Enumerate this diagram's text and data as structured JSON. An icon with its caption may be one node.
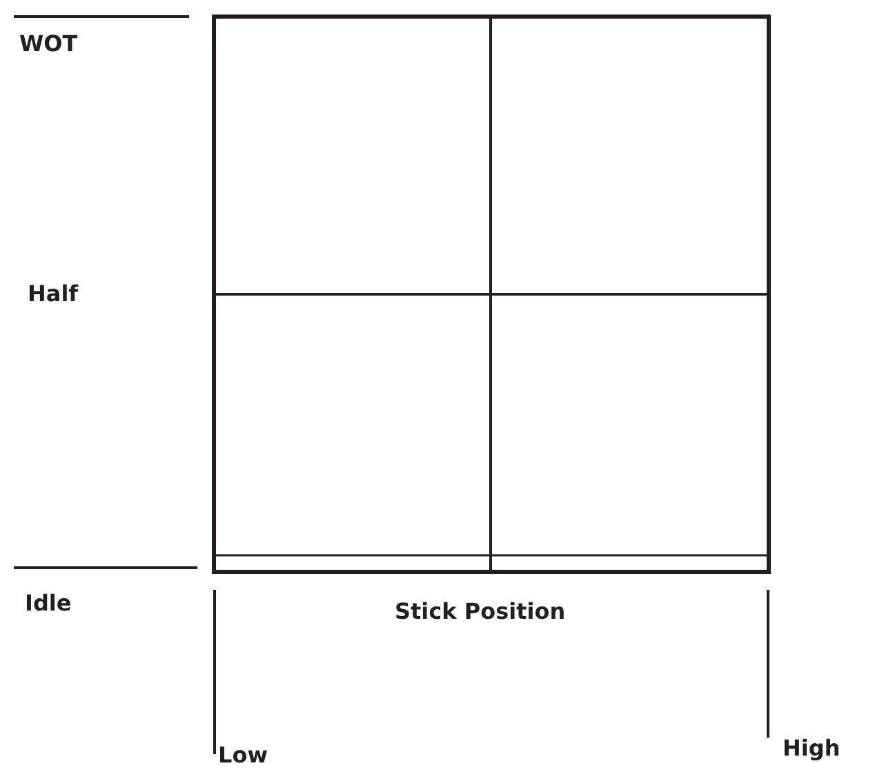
{
  "diagram": {
    "labels": [
      "WOT",
      "Half",
      "Idle",
      "Stick Position",
      "Low",
      "High"
    ]
  }
}
